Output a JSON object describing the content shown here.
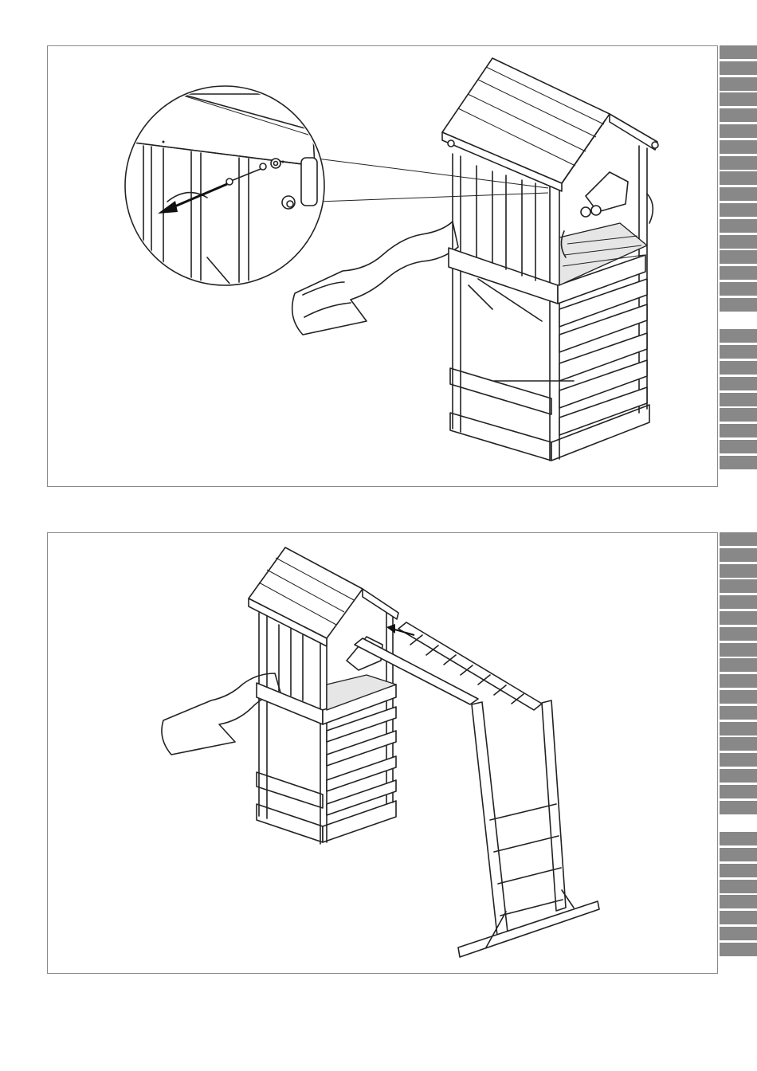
{
  "page": {
    "background": "#ffffff",
    "frame_color": "#8a8a8a",
    "tab_color": "#888888"
  },
  "panels": [
    {
      "name": "step-top",
      "content": "playhouse-tower-with-detail-inset",
      "tabs": {
        "count": 27,
        "active_index": 17
      }
    },
    {
      "name": "step-bottom",
      "content": "playhouse-tower-with-monkey-bars",
      "tabs": {
        "count": 27,
        "active_index": 18
      }
    }
  ]
}
